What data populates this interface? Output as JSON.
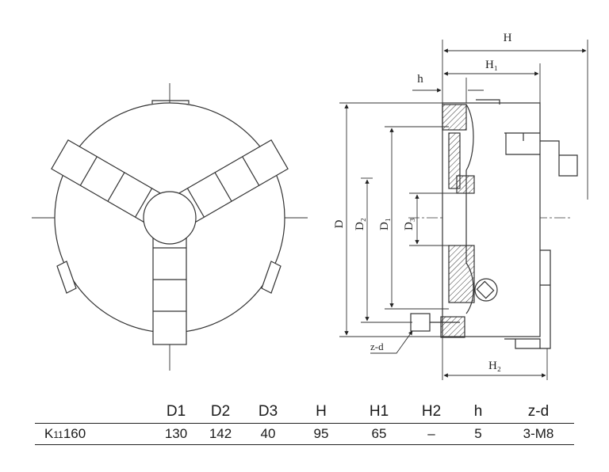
{
  "drawing": {
    "labels": {
      "H": "H",
      "H1": "H₁",
      "h": "h",
      "D": "D",
      "D2": "D₂",
      "D1": "D₁",
      "D3": "D₃",
      "zd": "z-d",
      "H2": "H₂"
    }
  },
  "table": {
    "headers": [
      "",
      "D1",
      "D2",
      "D3",
      "H",
      "H1",
      "H2",
      "h",
      "z-d"
    ],
    "row": {
      "model_prefix": "K",
      "model_sub": "11",
      "model_suffix": "160",
      "values": [
        "130",
        "142",
        "40",
        "95",
        "65",
        "–",
        "5",
        "3-M8"
      ]
    }
  }
}
